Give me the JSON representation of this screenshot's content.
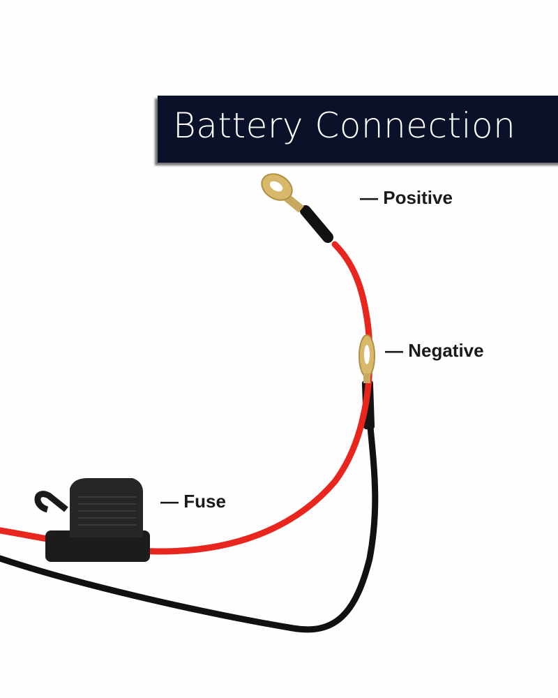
{
  "title": "Battery Connection",
  "labels": {
    "positive": "— Positive",
    "negative": "— Negative",
    "fuse": "— Fuse"
  },
  "colors": {
    "banner": "#0b1129",
    "red_wire": "#e8261e",
    "black_wire": "#111111",
    "terminal": "#d8b86a"
  }
}
